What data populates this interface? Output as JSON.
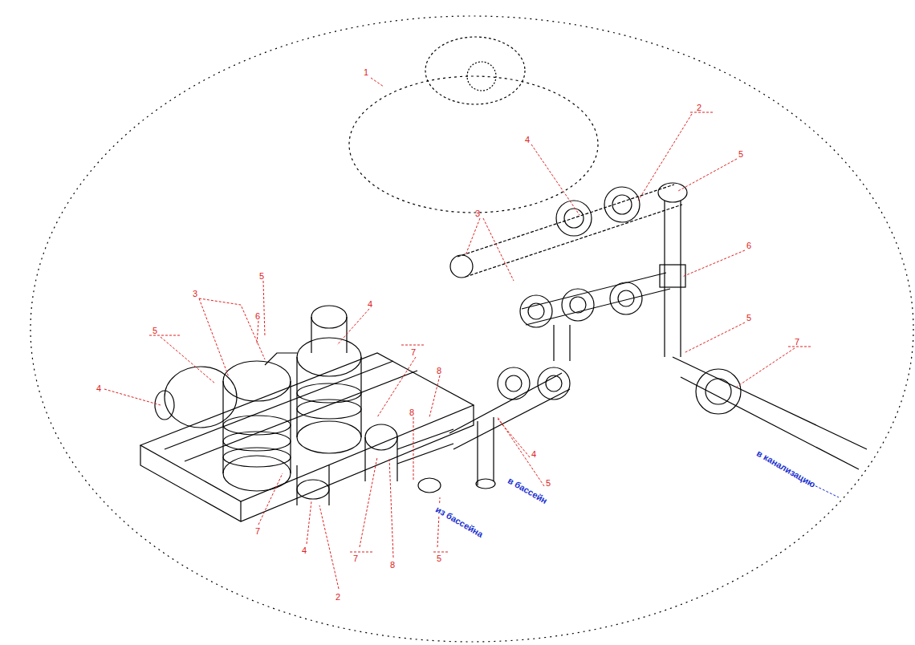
{
  "diagram": {
    "labels": [
      "1",
      "2",
      "5",
      "4",
      "3",
      "6",
      "5",
      "7",
      "3",
      "5",
      "6",
      "5",
      "4",
      "7",
      "8",
      "8",
      "4",
      "4",
      "5",
      "7",
      "4",
      "7",
      "8",
      "5",
      "2",
      "в бассейн",
      "из бассейна",
      "в канализацию"
    ]
  }
}
